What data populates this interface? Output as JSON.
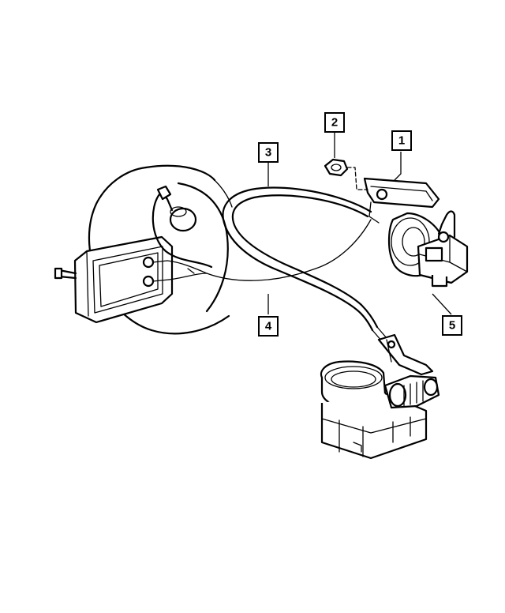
{
  "callouts": [
    {
      "id": "c1",
      "label": "1"
    },
    {
      "id": "c2",
      "label": "2"
    },
    {
      "id": "c3",
      "label": "3"
    },
    {
      "id": "c4",
      "label": "4"
    },
    {
      "id": "c5",
      "label": "5"
    }
  ],
  "colors": {
    "ink": "#000000",
    "paper": "#ffffff"
  }
}
